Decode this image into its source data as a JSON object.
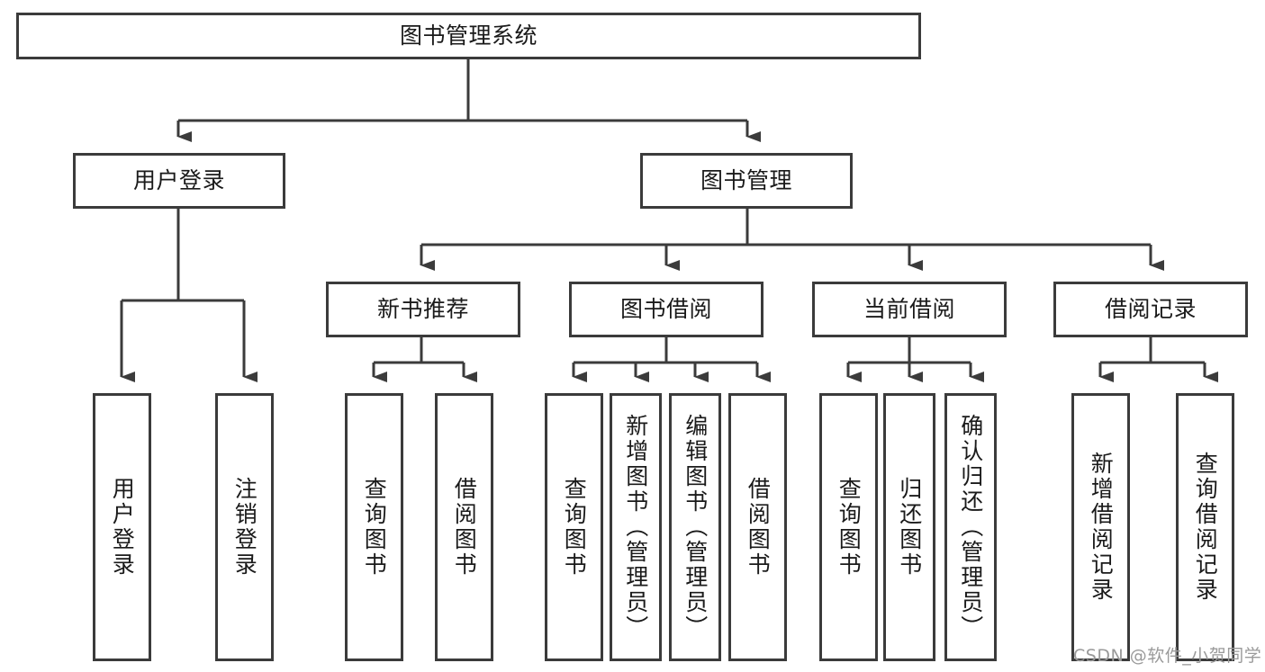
{
  "diagram": {
    "title": "图书管理系统",
    "type": "tree-hierarchy-chart",
    "root": {
      "label": "图书管理系统"
    },
    "level2": [
      {
        "label": "用户登录"
      },
      {
        "label": "图书管理"
      }
    ],
    "level3": [
      {
        "label": "新书推荐"
      },
      {
        "label": "图书借阅"
      },
      {
        "label": "当前借阅"
      },
      {
        "label": "借阅记录"
      }
    ],
    "leaves": {
      "user_login": [
        {
          "label": "用户登录"
        },
        {
          "label": "注销登录"
        }
      ],
      "new_book_recommend": [
        {
          "label": "查询图书"
        },
        {
          "label": "借阅图书"
        }
      ],
      "book_borrow": [
        {
          "label": "查询图书"
        },
        {
          "label": "新增图书（管理员）"
        },
        {
          "label": "编辑图书（管理员）"
        },
        {
          "label": "借阅图书"
        }
      ],
      "current_borrow": [
        {
          "label": "查询图书"
        },
        {
          "label": "归还图书"
        },
        {
          "label": "确认归还（管理员）"
        }
      ],
      "borrow_record": [
        {
          "label": "新增借阅记录"
        },
        {
          "label": "查询借阅记录"
        }
      ]
    }
  },
  "watermark": {
    "text": "CSDN @软件_小贺同学"
  },
  "colors": {
    "stroke": "#3b3b3b",
    "background": "#ffffff",
    "text": "#1a1a1a",
    "watermark": "#9a9a9a"
  }
}
